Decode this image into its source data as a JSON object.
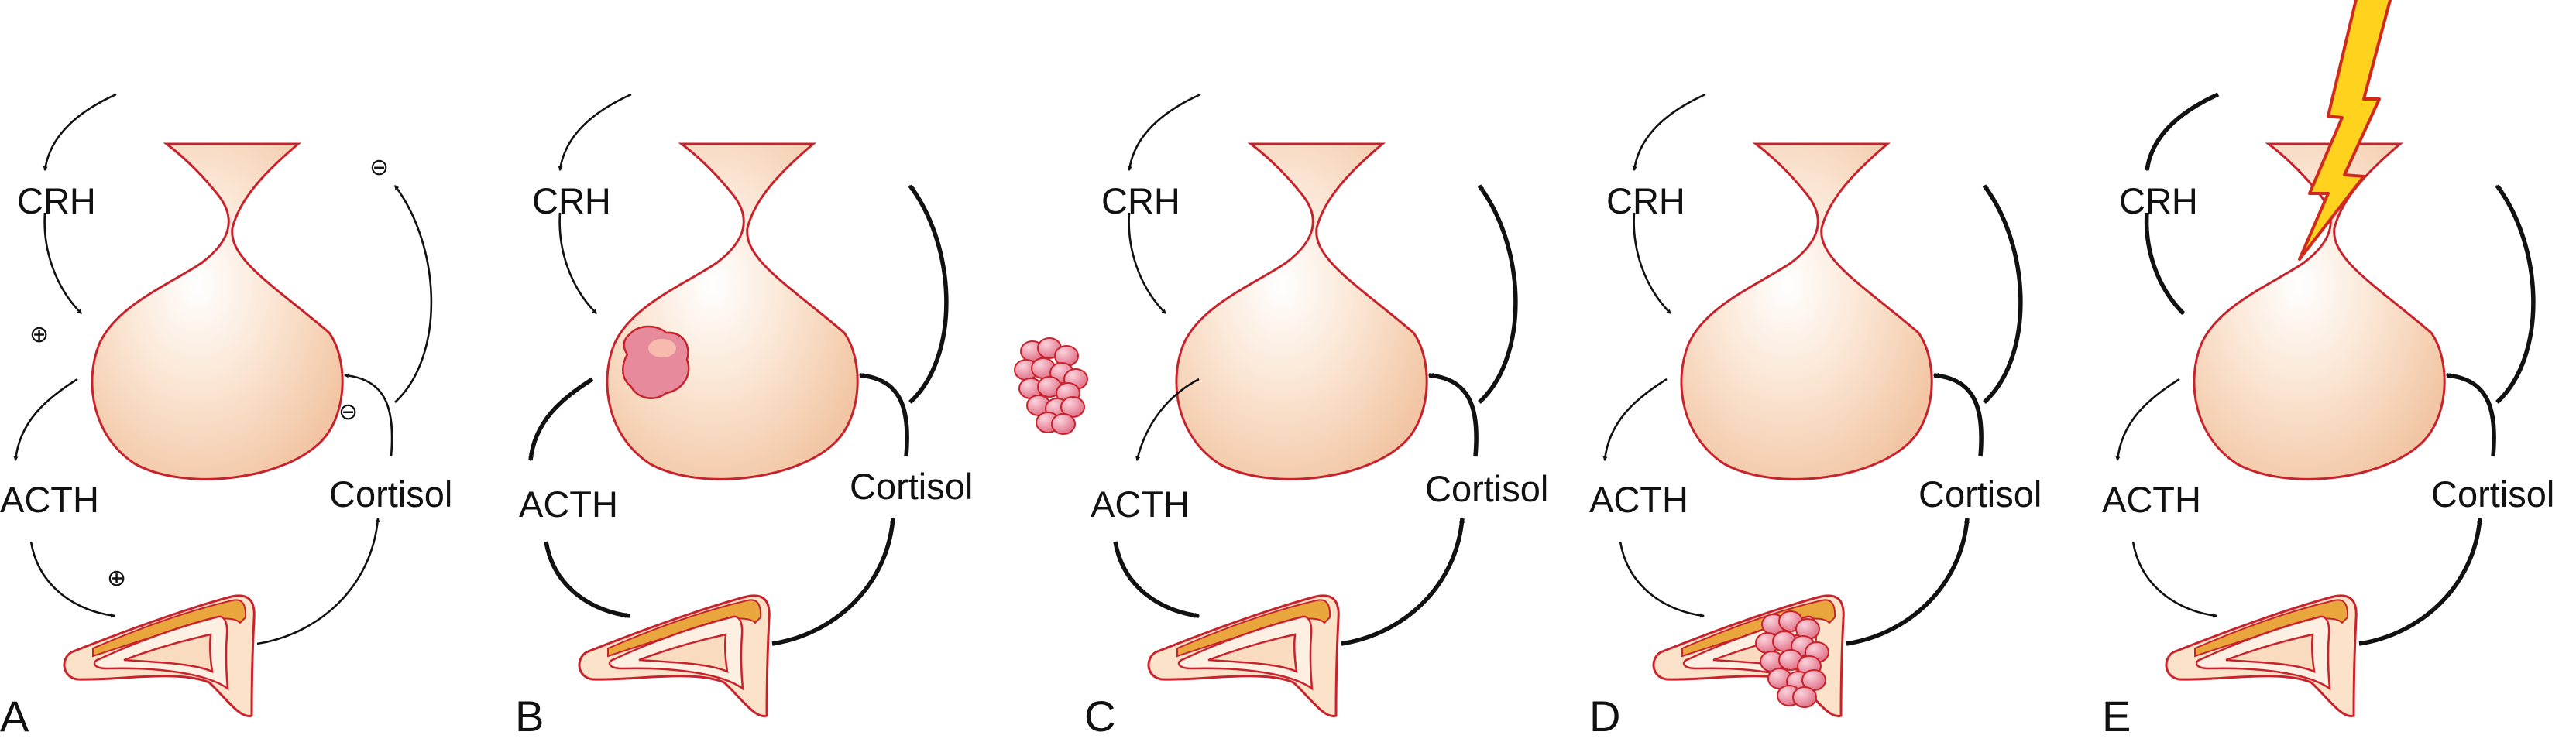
{
  "colors": {
    "gland_fill": "#f6d2b4",
    "gland_stroke": "#c8232c",
    "adrenal_cortex": "#e9a63c",
    "adrenal_medulla": "#fbe2c9",
    "tumor_fill": "#e78a9c",
    "bolt_fill": "#ffd21e",
    "bolt_stroke": "#d12a1c",
    "arrow": "#111111"
  },
  "panels": [
    {
      "letter": "A",
      "crh": "CRH",
      "acth": "ACTH",
      "cortisol": "Cortisol",
      "signs": {
        "plus_crh": "⊕",
        "plus_acth": "⊕",
        "minus_hypothalamus": "⊖",
        "minus_pituitary": "⊖"
      }
    },
    {
      "letter": "B",
      "crh": "CRH",
      "acth": "ACTH",
      "cortisol": "Cortisol",
      "tumor": "pituitary-adenoma"
    },
    {
      "letter": "C",
      "crh": "CRH",
      "acth": "ACTH",
      "cortisol": "Cortisol",
      "tumor": "ectopic-acth-tumor"
    },
    {
      "letter": "D",
      "crh": "CRH",
      "acth": "ACTH",
      "cortisol": "Cortisol",
      "tumor": "adrenal-tumor"
    },
    {
      "letter": "E",
      "crh": "CRH",
      "acth": "ACTH",
      "cortisol": "Cortisol",
      "stress": "lightning-bolt"
    }
  ]
}
